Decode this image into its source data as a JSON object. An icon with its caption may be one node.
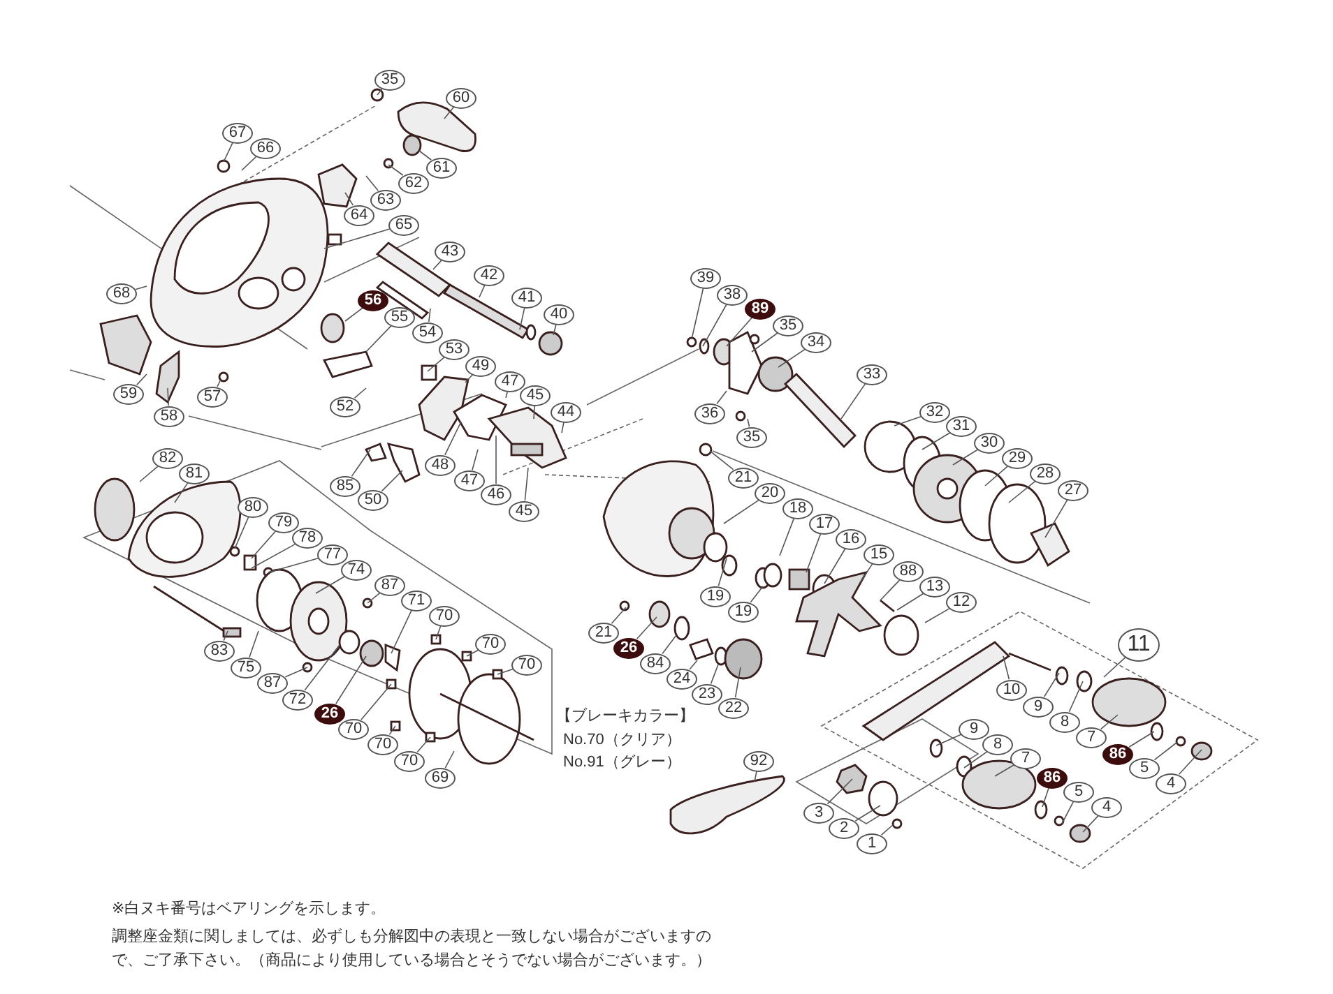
{
  "diagram": {
    "nodes": [
      {
        "text": [
          "35"
        ]
      },
      {
        "text": [
          "60"
        ]
      },
      {
        "text": [
          "67"
        ]
      },
      {
        "text": [
          "66"
        ]
      },
      {
        "text": [
          "61"
        ]
      },
      {
        "text": [
          "62"
        ]
      },
      {
        "text": [
          "63"
        ]
      },
      {
        "text": [
          "64"
        ]
      },
      {
        "text": [
          "65"
        ]
      },
      {
        "text": [
          "43"
        ]
      },
      {
        "text": [
          "42"
        ]
      },
      {
        "text": [
          "41"
        ]
      },
      {
        "text": [
          "40"
        ]
      },
      {
        "text": [
          "68"
        ]
      },
      {
        "text": [
          "56"
        ]
      },
      {
        "text": [
          "55"
        ]
      },
      {
        "text": [
          "54"
        ]
      },
      {
        "text": [
          "53"
        ]
      },
      {
        "text": [
          "49"
        ]
      },
      {
        "text": [
          "47"
        ]
      },
      {
        "text": [
          "45"
        ]
      },
      {
        "text": [
          "44"
        ]
      },
      {
        "text": [
          "59"
        ]
      },
      {
        "text": [
          "58"
        ]
      },
      {
        "text": [
          "57"
        ]
      },
      {
        "text": [
          "52"
        ]
      },
      {
        "text": [
          "39"
        ]
      },
      {
        "text": [
          "38"
        ]
      },
      {
        "text": [
          "89"
        ]
      },
      {
        "text": [
          "35"
        ]
      },
      {
        "text": [
          "34"
        ]
      },
      {
        "text": [
          "33"
        ]
      },
      {
        "text": [
          "36"
        ]
      },
      {
        "text": [
          "35"
        ]
      },
      {
        "text": [
          "32"
        ]
      },
      {
        "text": [
          "31"
        ]
      },
      {
        "text": [
          "30"
        ]
      },
      {
        "text": [
          "29"
        ]
      },
      {
        "text": [
          "28"
        ]
      },
      {
        "text": [
          "27"
        ]
      },
      {
        "text": [
          "85"
        ]
      },
      {
        "text": [
          "50"
        ]
      },
      {
        "text": [
          "48"
        ]
      },
      {
        "text": [
          "47"
        ]
      },
      {
        "text": [
          "46"
        ]
      },
      {
        "text": [
          "45"
        ]
      },
      {
        "text": [
          "21"
        ]
      },
      {
        "text": [
          "20"
        ]
      },
      {
        "text": [
          "82"
        ]
      },
      {
        "text": [
          "81"
        ]
      },
      {
        "text": [
          "18"
        ]
      },
      {
        "text": [
          "17"
        ]
      },
      {
        "text": [
          "16"
        ]
      },
      {
        "text": [
          "80"
        ]
      },
      {
        "text": [
          "79"
        ]
      },
      {
        "text": [
          "78"
        ]
      },
      {
        "text": [
          "77"
        ]
      },
      {
        "text": [
          "15"
        ]
      },
      {
        "text": [
          "74"
        ]
      },
      {
        "text": [
          "88"
        ]
      },
      {
        "text": [
          "87"
        ]
      },
      {
        "text": [
          "13"
        ]
      },
      {
        "text": [
          "19"
        ]
      },
      {
        "text": [
          "71"
        ]
      },
      {
        "text": [
          "12"
        ]
      },
      {
        "text": [
          "19"
        ]
      },
      {
        "text": [
          "70"
        ]
      },
      {
        "text": [
          "21"
        ]
      },
      {
        "text": [
          "70"
        ]
      },
      {
        "text": [
          "11"
        ]
      },
      {
        "text": [
          "26"
        ]
      },
      {
        "text": [
          "83"
        ]
      },
      {
        "text": [
          "84"
        ]
      },
      {
        "text": [
          "70"
        ]
      },
      {
        "text": [
          "75"
        ]
      },
      {
        "text": [
          "24"
        ]
      },
      {
        "text": [
          "87"
        ]
      },
      {
        "text": [
          "10"
        ]
      },
      {
        "text": [
          "23"
        ]
      },
      {
        "text": [
          "72"
        ]
      },
      {
        "text": [
          "9"
        ]
      },
      {
        "text": [
          "22"
        ]
      },
      {
        "text": [
          "26"
        ]
      },
      {
        "text": [
          "8"
        ]
      },
      {
        "text": [
          "9"
        ]
      },
      {
        "text": [
          "70"
        ]
      },
      {
        "text": [
          "7"
        ]
      },
      {
        "text": [
          "8"
        ]
      },
      {
        "text": [
          "70"
        ]
      },
      {
        "text": [
          "86"
        ]
      },
      {
        "text": [
          "7"
        ]
      },
      {
        "text": [
          "92"
        ]
      },
      {
        "text": [
          "70"
        ]
      },
      {
        "text": [
          "5"
        ]
      },
      {
        "text": [
          "86"
        ]
      },
      {
        "text": [
          "69"
        ]
      },
      {
        "text": [
          "4"
        ]
      },
      {
        "text": [
          "5"
        ]
      },
      {
        "text": [
          "4"
        ]
      },
      {
        "text": [
          "3"
        ]
      },
      {
        "text": [
          "2"
        ]
      },
      {
        "text": [
          "1"
        ]
      }
    ],
    "edges": [
      {
        "from": 0,
        "to": null,
        "arrow": "none"
      },
      {
        "from": 1,
        "to": null,
        "arrow": "none"
      },
      {
        "from": 2,
        "to": null,
        "arrow": "none"
      },
      {
        "from": 3,
        "to": null,
        "arrow": "none"
      },
      {
        "from": 4,
        "to": null,
        "arrow": "none"
      },
      {
        "from": 5,
        "to": null,
        "arrow": "none"
      },
      {
        "from": 6,
        "to": null,
        "arrow": "none"
      },
      {
        "from": 7,
        "to": null,
        "arrow": "none"
      },
      {
        "from": 8,
        "to": null,
        "arrow": "none"
      },
      {
        "from": 9,
        "to": null,
        "arrow": "none"
      },
      {
        "from": 10,
        "to": null,
        "arrow": "none"
      },
      {
        "from": 11,
        "to": null,
        "arrow": "none"
      },
      {
        "from": 12,
        "to": null,
        "arrow": "none"
      },
      {
        "from": 13,
        "to": null,
        "arrow": "none"
      },
      {
        "from": 14,
        "to": null,
        "arrow": "none"
      },
      {
        "from": 15,
        "to": null,
        "arrow": "none"
      },
      {
        "from": 16,
        "to": null,
        "arrow": "none"
      },
      {
        "from": 17,
        "to": null,
        "arrow": "none"
      },
      {
        "from": 18,
        "to": null,
        "arrow": "none"
      },
      {
        "from": 19,
        "to": null,
        "arrow": "none"
      },
      {
        "from": 20,
        "to": null,
        "arrow": "none"
      },
      {
        "from": 21,
        "to": null,
        "arrow": "none"
      },
      {
        "from": 22,
        "to": null,
        "arrow": "none"
      },
      {
        "from": 23,
        "to": null,
        "arrow": "none"
      },
      {
        "from": 24,
        "to": null,
        "arrow": "none"
      },
      {
        "from": 25,
        "to": null,
        "arrow": "none"
      },
      {
        "from": 26,
        "to": null,
        "arrow": "none"
      },
      {
        "from": 27,
        "to": null,
        "arrow": "none"
      },
      {
        "from": 28,
        "to": null,
        "arrow": "none"
      },
      {
        "from": 29,
        "to": null,
        "arrow": "none"
      },
      {
        "from": 30,
        "to": null,
        "arrow": "none"
      },
      {
        "from": 31,
        "to": null,
        "arrow": "none"
      },
      {
        "from": 32,
        "to": null,
        "arrow": "none"
      },
      {
        "from": 33,
        "to": null,
        "arrow": "none"
      },
      {
        "from": 34,
        "to": null,
        "arrow": "none"
      },
      {
        "from": 35,
        "to": null,
        "arrow": "none"
      },
      {
        "from": 36,
        "to": null,
        "arrow": "none"
      },
      {
        "from": 37,
        "to": null,
        "arrow": "none"
      },
      {
        "from": 38,
        "to": null,
        "arrow": "none"
      },
      {
        "from": 39,
        "to": null,
        "arrow": "none"
      },
      {
        "from": 40,
        "to": null,
        "arrow": "none"
      },
      {
        "from": 41,
        "to": null,
        "arrow": "none"
      },
      {
        "from": 42,
        "to": null,
        "arrow": "none"
      },
      {
        "from": 43,
        "to": null,
        "arrow": "none"
      },
      {
        "from": 44,
        "to": null,
        "arrow": "none"
      },
      {
        "from": 45,
        "to": null,
        "arrow": "none"
      },
      {
        "from": 46,
        "to": null,
        "arrow": "none"
      },
      {
        "from": 47,
        "to": null,
        "arrow": "none"
      },
      {
        "from": 48,
        "to": null,
        "arrow": "none"
      },
      {
        "from": 49,
        "to": null,
        "arrow": "none"
      },
      {
        "from": 50,
        "to": null,
        "arrow": "none"
      },
      {
        "from": 51,
        "to": null,
        "arrow": "none"
      },
      {
        "from": 52,
        "to": null,
        "arrow": "none"
      },
      {
        "from": 53,
        "to": null,
        "arrow": "none"
      },
      {
        "from": 54,
        "to": null,
        "arrow": "none"
      },
      {
        "from": 55,
        "to": null,
        "arrow": "none"
      },
      {
        "from": 56,
        "to": null,
        "arrow": "none"
      },
      {
        "from": 57,
        "to": null,
        "arrow": "none"
      },
      {
        "from": 58,
        "to": null,
        "arrow": "none"
      },
      {
        "from": 59,
        "to": null,
        "arrow": "none"
      },
      {
        "from": 60,
        "to": null,
        "arrow": "none"
      },
      {
        "from": 61,
        "to": null,
        "arrow": "none"
      },
      {
        "from": 62,
        "to": null,
        "arrow": "none"
      },
      {
        "from": 63,
        "to": null,
        "arrow": "none"
      },
      {
        "from": 64,
        "to": null,
        "arrow": "none"
      },
      {
        "from": 65,
        "to": null,
        "arrow": "none"
      },
      {
        "from": 66,
        "to": null,
        "arrow": "none"
      },
      {
        "from": 67,
        "to": null,
        "arrow": "none"
      },
      {
        "from": 68,
        "to": null,
        "arrow": "none"
      },
      {
        "from": 69,
        "to": null,
        "arrow": "none"
      },
      {
        "from": 70,
        "to": null,
        "arrow": "none"
      },
      {
        "from": 71,
        "to": null,
        "arrow": "none"
      },
      {
        "from": 72,
        "to": null,
        "arrow": "none"
      },
      {
        "from": 73,
        "to": null,
        "arrow": "none"
      },
      {
        "from": 74,
        "to": null,
        "arrow": "none"
      },
      {
        "from": 75,
        "to": null,
        "arrow": "none"
      },
      {
        "from": 76,
        "to": null,
        "arrow": "none"
      },
      {
        "from": 77,
        "to": null,
        "arrow": "none"
      },
      {
        "from": 78,
        "to": null,
        "arrow": "none"
      },
      {
        "from": 79,
        "to": null,
        "arrow": "none"
      },
      {
        "from": 80,
        "to": null,
        "arrow": "none"
      },
      {
        "from": 81,
        "to": null,
        "arrow": "none"
      },
      {
        "from": 82,
        "to": null,
        "arrow": "none"
      },
      {
        "from": 83,
        "to": null,
        "arrow": "none"
      },
      {
        "from": 84,
        "to": null,
        "arrow": "none"
      },
      {
        "from": 85,
        "to": null,
        "arrow": "none"
      },
      {
        "from": 86,
        "to": null,
        "arrow": "none"
      },
      {
        "from": 87,
        "to": null,
        "arrow": "none"
      },
      {
        "from": 88,
        "to": null,
        "arrow": "none"
      },
      {
        "from": 89,
        "to": null,
        "arrow": "none"
      },
      {
        "from": 90,
        "to": null,
        "arrow": "none"
      },
      {
        "from": 91,
        "to": null,
        "arrow": "none"
      },
      {
        "from": 92,
        "to": null,
        "arrow": "none"
      },
      {
        "from": 93,
        "to": null,
        "arrow": "none"
      },
      {
        "from": 94,
        "to": null,
        "arrow": "none"
      },
      {
        "from": 95,
        "to": null,
        "arrow": "none"
      },
      {
        "from": 96,
        "to": null,
        "arrow": "none"
      },
      {
        "from": 97,
        "to": null,
        "arrow": "none"
      },
      {
        "from": 98,
        "to": null,
        "arrow": "none"
      },
      {
        "from": 99,
        "to": null,
        "arrow": "none"
      },
      {
        "from": 100,
        "to": null,
        "arrow": "none"
      },
      {
        "from": 101,
        "to": null,
        "arrow": "none"
      }
    ],
    "labels": [
      "【ブレーキカラー】",
      "No.70（クリア）",
      "No.91（グレー）",
      "※白ヌキ番号はベアリングを示します。",
      "調整座金類に関しましては、必ずしも分解図中の表現と一致しない場合がございますので、ご了承下さい。（商品により使用している場合とそうでない場合がございます。）"
    ]
  }
}
